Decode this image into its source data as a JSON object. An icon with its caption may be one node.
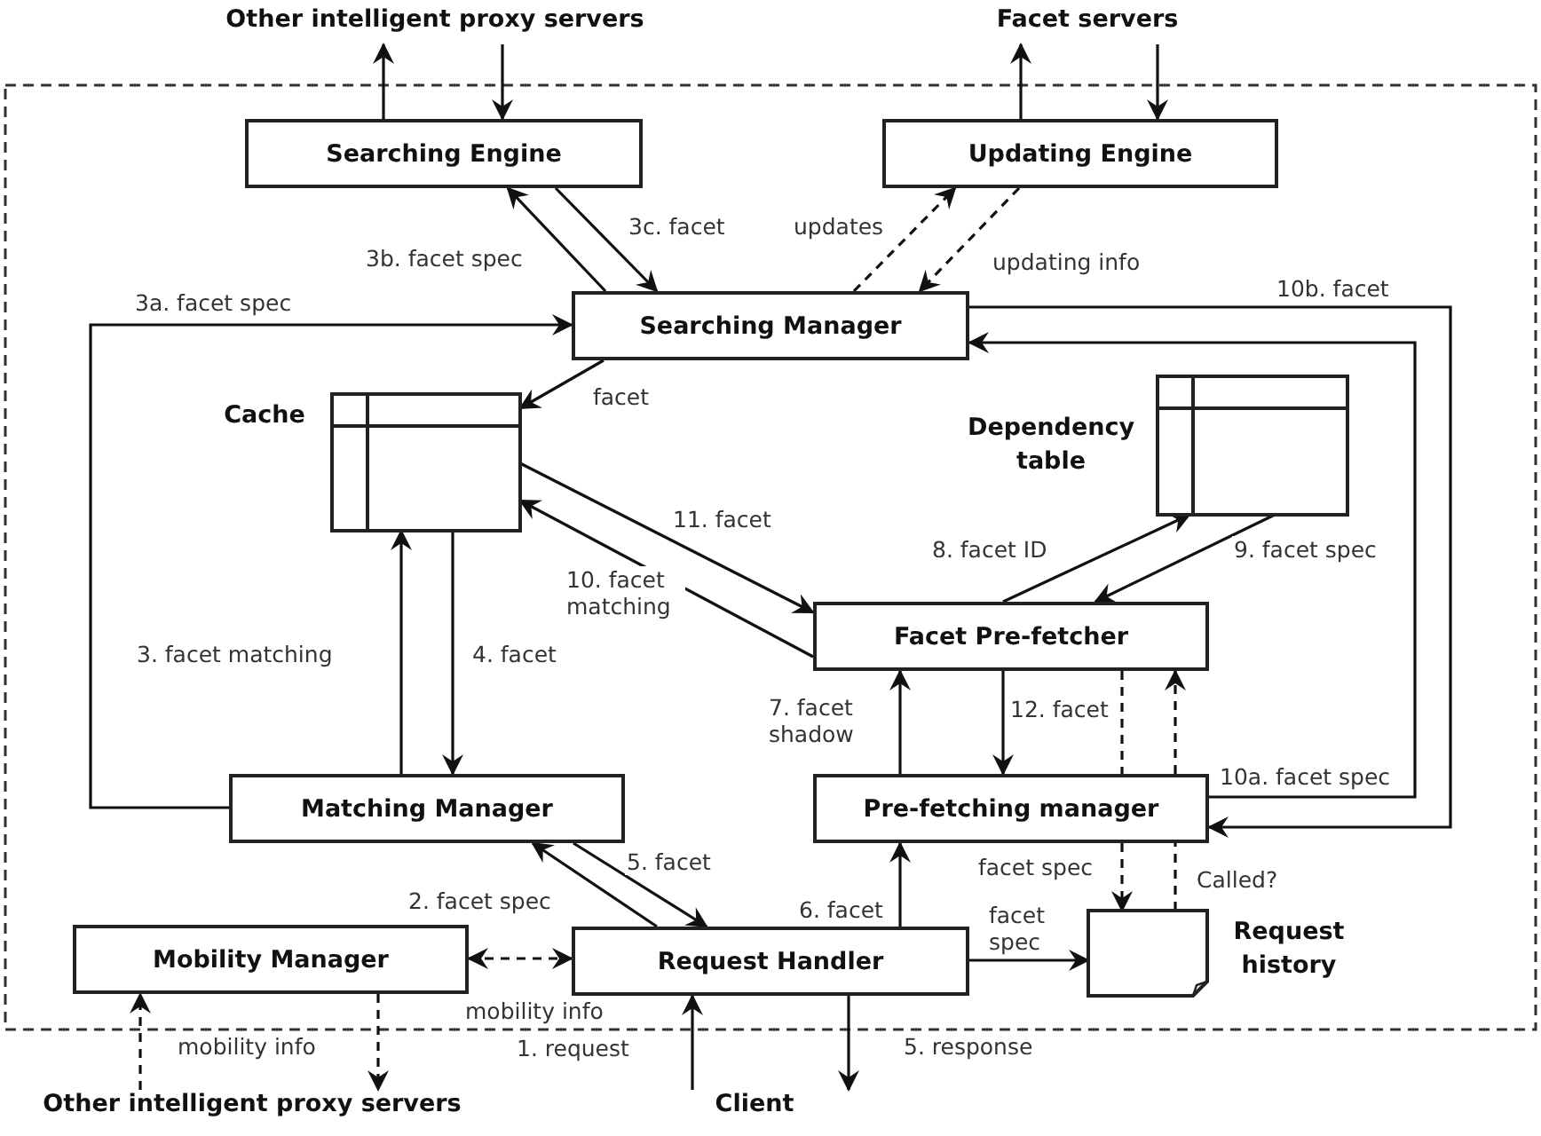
{
  "diagram": {
    "nodes": [
      {
        "text": [
          "Other intelligent proxy servers"
        ]
      },
      {
        "text": [
          "Facet servers"
        ]
      },
      {
        "text": [
          "Searching Engine"
        ]
      },
      {
        "text": [
          "Updating Engine"
        ]
      },
      {
        "text": [
          "Searching Manager"
        ]
      },
      {
        "text": [
          "Cache"
        ]
      },
      {
        "text": [
          "Dependency table"
        ]
      },
      {
        "text": [
          "Facet Pre-fetcher"
        ]
      },
      {
        "text": [
          "Matching Manager"
        ]
      },
      {
        "text": [
          "Pre-fetching manager"
        ]
      },
      {
        "text": [
          "Mobility Manager"
        ]
      },
      {
        "text": [
          "Request Handler"
        ]
      },
      {
        "text": [
          "Request history"
        ]
      },
      {
        "text": [
          "Other intelligent proxy servers"
        ]
      },
      {
        "text": [
          "Client"
        ]
      }
    ],
    "edges": [
      {
        "from": 2,
        "to": 0,
        "arrow": "to"
      },
      {
        "from": 0,
        "to": 2,
        "arrow": "to"
      },
      {
        "from": 3,
        "to": 1,
        "arrow": "to"
      },
      {
        "from": 1,
        "to": 3,
        "arrow": "to"
      },
      {
        "from": 4,
        "to": 2,
        "arrow": "to",
        "label": "3b. facet spec"
      },
      {
        "from": 2,
        "to": 4,
        "arrow": "to",
        "label": "3c. facet"
      },
      {
        "from": 4,
        "to": 3,
        "arrow": "to",
        "label": "updates",
        "style": "dashed"
      },
      {
        "from": 3,
        "to": 4,
        "arrow": "to",
        "label": "updating info",
        "style": "dashed"
      },
      {
        "from": 8,
        "to": 4,
        "arrow": "to",
        "label": "3a. facet spec"
      },
      {
        "from": 4,
        "to": 5,
        "arrow": "to",
        "label": "facet"
      },
      {
        "from": 8,
        "to": 5,
        "arrow": "to",
        "label": "3. facet matching"
      },
      {
        "from": 5,
        "to": 8,
        "arrow": "to",
        "label": "4. facet"
      },
      {
        "from": 5,
        "to": 7,
        "arrow": "to",
        "label": "11. facet"
      },
      {
        "from": 7,
        "to": 5,
        "arrow": "to",
        "label": "10. facet matching"
      },
      {
        "from": 7,
        "to": 6,
        "arrow": "to",
        "label": "8. facet ID"
      },
      {
        "from": 6,
        "to": 7,
        "arrow": "to",
        "label": "9. facet spec"
      },
      {
        "from": 4,
        "to": 9,
        "arrow": "to",
        "label": "10b. facet"
      },
      {
        "from": 9,
        "to": 4,
        "arrow": "to",
        "label": "10a. facet spec"
      },
      {
        "from": 9,
        "to": 7,
        "arrow": "to",
        "label": "7. facet shadow"
      },
      {
        "from": 7,
        "to": 9,
        "arrow": "to",
        "label": "12. facet"
      },
      {
        "from": 7,
        "to": 9,
        "arrow": "none",
        "style": "dashed"
      },
      {
        "from": 9,
        "to": 12,
        "arrow": "to",
        "label": "facet spec",
        "style": "dashed"
      },
      {
        "from": 12,
        "to": 9,
        "arrow": "none",
        "label": "Called?",
        "style": "dashed"
      },
      {
        "from": 9,
        "to": 7,
        "arrow": "to",
        "style": "dashed"
      },
      {
        "from": 11,
        "to": 9,
        "arrow": "to",
        "label": "6. facet"
      },
      {
        "from": 11,
        "to": 12,
        "arrow": "to",
        "label": "facet spec"
      },
      {
        "from": 11,
        "to": 8,
        "arrow": "to",
        "label": "2. facet spec"
      },
      {
        "from": 8,
        "to": 11,
        "arrow": "to",
        "label": "5. facet"
      },
      {
        "from": 10,
        "to": 11,
        "arrow": "both",
        "label": "mobility info",
        "style": "dashed"
      },
      {
        "from": 13,
        "to": 10,
        "arrow": "to",
        "label": "mobility info",
        "style": "dashed"
      },
      {
        "from": 10,
        "to": 13,
        "arrow": "to",
        "style": "dashed"
      },
      {
        "from": 14,
        "to": 11,
        "arrow": "to",
        "label": "1. request"
      },
      {
        "from": 11,
        "to": 14,
        "arrow": "to",
        "label": "5. response"
      }
    ]
  }
}
